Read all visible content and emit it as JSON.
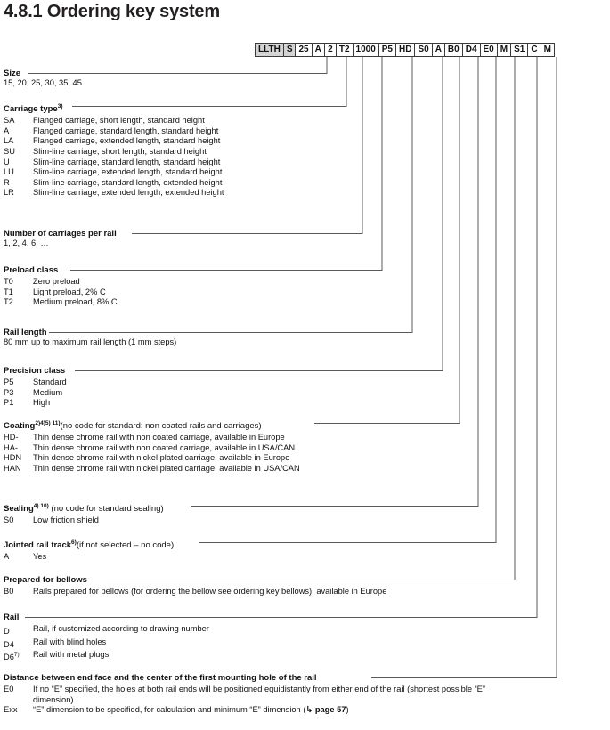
{
  "page": {
    "title": "4.8.1 Ordering key system"
  },
  "ordering_key": {
    "cells": [
      {
        "label": "LLTH",
        "shaded": true,
        "leader": false
      },
      {
        "label": "S",
        "shaded": true,
        "leader": false
      },
      {
        "label": "25",
        "shaded": false,
        "leader": true
      },
      {
        "label": "A",
        "shaded": false,
        "leader": true
      },
      {
        "label": "2",
        "shaded": false,
        "leader": true
      },
      {
        "label": "T2",
        "shaded": false,
        "leader": true
      },
      {
        "label": "1000",
        "shaded": false,
        "leader": true
      },
      {
        "label": "P5",
        "shaded": false,
        "leader": true
      },
      {
        "label": "HD",
        "shaded": false,
        "leader": true
      },
      {
        "label": "S0",
        "shaded": false,
        "leader": true
      },
      {
        "label": "A",
        "shaded": false,
        "leader": true
      },
      {
        "label": "B0",
        "shaded": false,
        "leader": true
      },
      {
        "label": "D4",
        "shaded": false,
        "leader": true
      },
      {
        "label": "E0",
        "shaded": false,
        "leader": true
      },
      {
        "label": "M",
        "shaded": false,
        "leader": false
      },
      {
        "label": "S1",
        "shaded": false,
        "leader": false
      },
      {
        "label": "C",
        "shaded": false,
        "leader": false
      },
      {
        "label": "M",
        "shaded": false,
        "leader": false
      }
    ]
  },
  "sections": {
    "size": {
      "heading": "Size",
      "values": "15, 20, 25, 30, 35, 45"
    },
    "carriage_type": {
      "heading": "Carriage type",
      "note": "3)",
      "rows": [
        {
          "code": "SA",
          "desc": "Flanged carriage, short length, standard height"
        },
        {
          "code": "A",
          "desc": "Flanged carriage, standard length, standard height"
        },
        {
          "code": "LA",
          "desc": "Flanged carriage, extended length, standard height"
        },
        {
          "code": "SU",
          "desc": "Slim-line carriage, short length, standard height"
        },
        {
          "code": "U",
          "desc": "Slim-line carriage, standard length, standard height"
        },
        {
          "code": "LU",
          "desc": "Slim-line carriage, extended length, standard height"
        },
        {
          "code": "R",
          "desc": "Slim-line carriage, standard length, extended height"
        },
        {
          "code": "LR",
          "desc": "Slim-line carriage, extended length, extended height"
        }
      ]
    },
    "number_of_carriages": {
      "heading": "Number of carriages per rail",
      "values": "1, 2, 4, 6, …"
    },
    "preload_class": {
      "heading": "Preload class",
      "rows": [
        {
          "code": "T0",
          "desc": "Zero preload"
        },
        {
          "code": "T1",
          "desc": "Light preload, 2% C"
        },
        {
          "code": "T2",
          "desc": "Medium preload, 8% C"
        }
      ]
    },
    "rail_length": {
      "heading": "Rail length",
      "values": "80 mm up to maximum rail length (1 mm steps)"
    },
    "precision_class": {
      "heading": "Precision class",
      "rows": [
        {
          "code": "P5",
          "desc": "Standard"
        },
        {
          "code": "P3",
          "desc": "Medium"
        },
        {
          "code": "P1",
          "desc": "High"
        }
      ]
    },
    "coating": {
      "heading": "Coating",
      "note": "2)4)5) 11)",
      "paren": "(no code for standard: non coated rails and carriages)",
      "rows": [
        {
          "code": "HD-",
          "desc": "Thin dense chrome rail with non coated carriage, available in Europe"
        },
        {
          "code": "HA-",
          "desc": "Thin dense chrome rail with non coated carriage, available in USA/CAN"
        },
        {
          "code": "HDN",
          "desc": "Thin dense chrome rail with nickel plated carriage, available in Europe"
        },
        {
          "code": "HAN",
          "desc": "Thin dense chrome rail with nickel plated carriage, available in USA/CAN"
        }
      ]
    },
    "sealing": {
      "heading": "Sealing",
      "note": "4) 10)",
      "paren": "(no code for standard sealing)",
      "rows": [
        {
          "code": "S0",
          "desc": "Low friction shield"
        }
      ]
    },
    "jointed_rail_track": {
      "heading": "Jointed rail track",
      "note": "6)",
      "paren": "(if not selected – no code)",
      "rows": [
        {
          "code": "A",
          "desc": "Yes"
        }
      ]
    },
    "prepared_for_bellows": {
      "heading": "Prepared for bellows",
      "rows": [
        {
          "code": "B0",
          "desc": "Rails prepared for bellows (for ordering the bellow see ordering key bellows), available in Europe"
        }
      ]
    },
    "rail": {
      "heading": "Rail",
      "rows": [
        {
          "code": "D",
          "note": "",
          "desc": "Rail, if customized according to drawing number"
        },
        {
          "code": "D4",
          "note": "",
          "desc": "Rail with blind holes"
        },
        {
          "code": "D6",
          "note": "7)",
          "desc": "Rail with metal plugs"
        }
      ]
    },
    "distance_end_face": {
      "heading": "Distance between end face and the center of the first mounting hole of the rail",
      "rows": [
        {
          "code": "E0",
          "desc": "If no “E” specified, the holes at both rail ends will be positioned equidistantly from either end of the rail (shortest possible “E” dimension)"
        },
        {
          "code": "Exx",
          "desc": "“E” dimension to be specified, for calculation and minimum “E” dimension (",
          "arrow": "↳",
          "page_ref": "page 57",
          "desc_tail": ")"
        }
      ]
    }
  },
  "colors": {
    "text": "#111111",
    "rule": "#5a5a5a",
    "shaded_cell": "#d4d4d4",
    "border": "#3a3a3a"
  }
}
